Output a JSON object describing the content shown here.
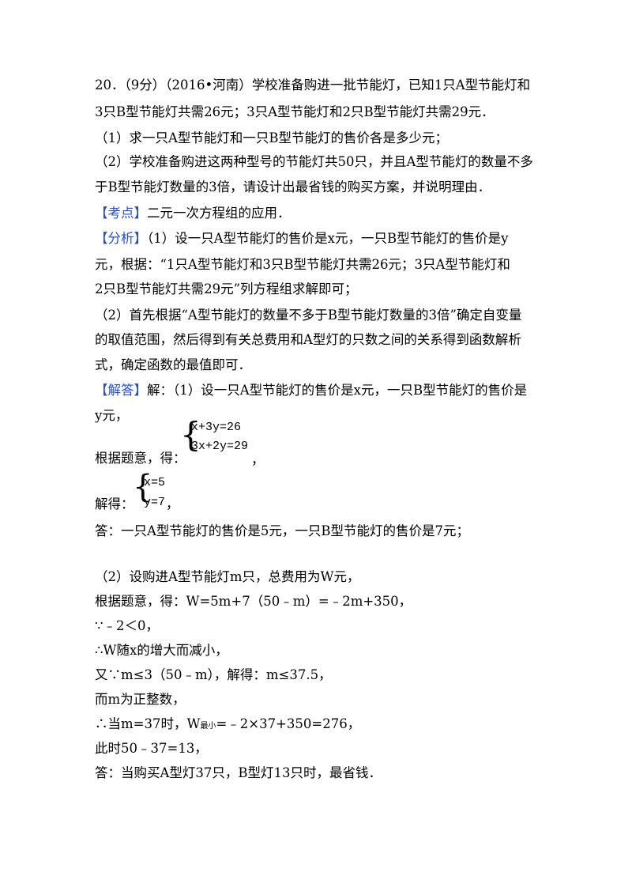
{
  "problem": {
    "line1": "20．（9分）（2016•河南）学校准备购进一批节能灯，已知1只A型节能灯和",
    "line2": "3只B型节能灯共需26元；3只A型节能灯和2只B型节能灯共需29元．",
    "q1": "（1）求一只A型节能灯和一只B型节能灯的售价各是多少元；",
    "q2a": "（2）学校准备购进这两种型号的节能灯共50只，并且A型节能灯的数量不多",
    "q2b": "于B型节能灯数量的3倍，请设计出最省钱的购买方案，并说明理由．"
  },
  "kaodian": {
    "tag": "【考点】",
    "text": "二元一次方程组的应用．"
  },
  "fenxi": {
    "tag": "【分析】",
    "l1": "（1）设一只A型节能灯的售价是x元，一只B型节能灯的售价是y",
    "l2": "元，根据：“1只A型节能灯和3只B型节能灯共需26元；3只A型节能灯和",
    "l3": "2只B型节能灯共需29元”列方程组求解即可；",
    "l4": "（2）首先根据“A型节能灯的数量不多于B型节能灯数量的3倍”确定自变量",
    "l5": "的取值范围，然后得到有关总费用和A型灯的只数之间的关系得到函数解析",
    "l6": "式，确定函数的最值即可．"
  },
  "jieda": {
    "tag": "【解答】",
    "l1": "解：（1）设一只A型节能灯的售价是x元，一只B型节能灯的售价是",
    "l2": "y元，",
    "s1_prefix": "根据题意，得：",
    "s1_eq1": "x+3y=26",
    "s1_eq2": "3x+2y=29",
    "s1_suffix": "，",
    "s2_prefix": "解得：",
    "s2_eq1": "x=5",
    "s2_eq2": "y=7",
    "s2_suffix": "，",
    "ans1": "答：一只A型节能灯的售价是5元，一只B型节能灯的售价是7元；",
    "p2_l1": "（2）设购进A型节能灯m只，总费用为W元，",
    "p2_l2": "根据题意，得：W=5m+7（50﹣m）=﹣2m+350，",
    "p2_l3": "∵﹣2＜0，",
    "p2_l4": "∴W随x的增大而减小，",
    "p2_l5": "又∵m≤3（50﹣m），解得：m≤37.5，",
    "p2_l6": "而m为正整数，",
    "p2_l7a": "∴当m=37时，W",
    "p2_l7sub": "最小",
    "p2_l7b": "=﹣2×37+350=276，",
    "p2_l8": "此时50﹣37=13，",
    "p2_l9": "答：当购买A型灯37只，B型灯13只时，最省钱．"
  }
}
